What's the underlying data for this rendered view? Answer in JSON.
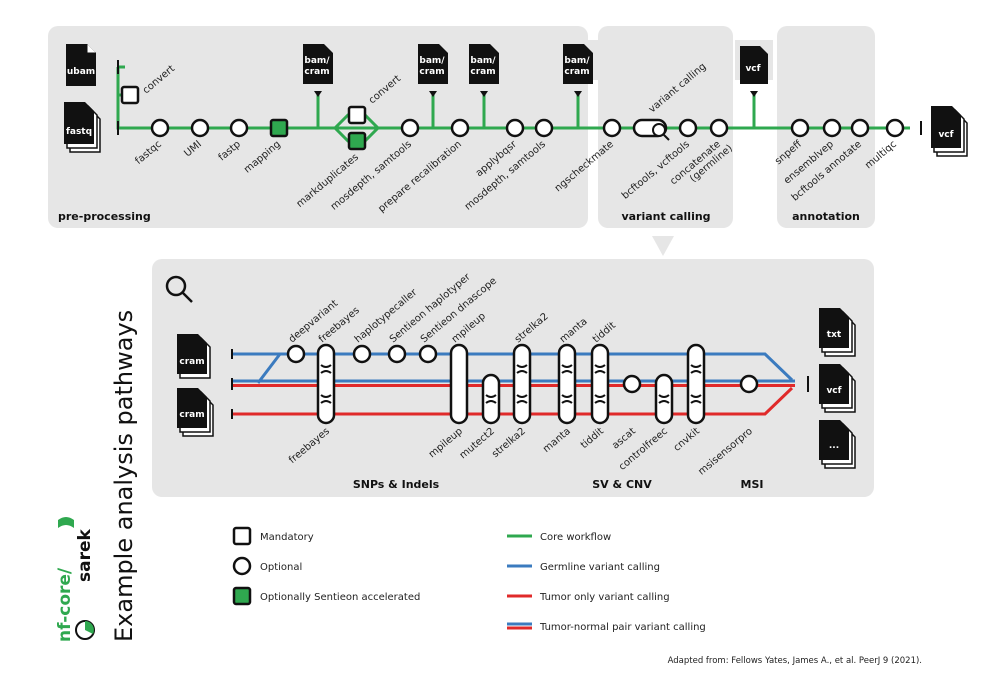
{
  "title": "Example analysis pathways",
  "logo": {
    "prefix": "nf-core/",
    "name": "sarek"
  },
  "credit": "Adapted from: Fellows Yates, James A., et al.  PeerJ 9 (2021).",
  "colors": {
    "core": "#2fa84f",
    "germline": "#3b7bbf",
    "tumor": "#e02a2a",
    "panel": "#e6e6e6"
  },
  "sections": {
    "preprocessing": "pre-processing",
    "variant_calling": "variant calling",
    "annotation": "annotation",
    "snps": "SNPs & Indels",
    "svcnv": "SV & CNV",
    "msi": "MSI"
  },
  "files": {
    "ubam": "ubam",
    "fastq": "fastq",
    "bam_cram": [
      "bam/",
      "cram"
    ],
    "vcf": "vcf",
    "cram": "cram",
    "txt": "txt",
    "dots": "..."
  },
  "top_labels": {
    "convert": "convert",
    "fastqc": "fastqc",
    "umi": "UMI",
    "fastp": "fastp",
    "mapping": "mapping",
    "convert2": "convert",
    "markduplicates": "markduplicates",
    "mosdepth_samtools": "mosdepth, samtools",
    "prepare_recalibration": "prepare recalibration",
    "applybqsr": "applybqsr",
    "mosdepth_samtools2": "mosdepth, samtools",
    "ngscheckmate": "ngscheckmate",
    "variant_calling": "variant calling",
    "bcftools_vcftools": "bcftools, vcftools",
    "concatenate": "concatenate",
    "germline": "(germline)",
    "snpeff": "snpeff",
    "ensemblvep": "ensemblvep",
    "bcftools_annotate": "bcftools annotate",
    "multiqc": "multiqc"
  },
  "bottom_labels": {
    "deepvariant": "deepvariant",
    "freebayes_top": "freebayes",
    "haplotypecaller": "haplotypecaller",
    "sentieon_haplotyper": "Sentieon haplotyper",
    "sentieon_dnascope": "Sentieon dnascope",
    "mpileup_top": "mpileup",
    "strelka2_top": "strelka2",
    "manta_top": "manta",
    "tiddit_top": "tiddit",
    "freebayes_bot": "freebayes",
    "mpileup_bot": "mpileup",
    "mutect2": "mutect2",
    "strelka2_bot": "strelka2",
    "manta_bot": "manta",
    "tiddit_bot": "tiddit",
    "ascat": "ascat",
    "controlfreec": "controlfreec",
    "cnvkit": "cnvkit",
    "msisensorpro": "msisensorpro"
  },
  "legend": {
    "mandatory": "Mandatory",
    "optional": "Optional",
    "sentieon": "Optionally Sentieon accelerated",
    "core": "Core workflow",
    "germline": "Germline variant calling",
    "tumor_only": "Tumor only variant calling",
    "tumor_normal": "Tumor-normal pair variant calling"
  }
}
